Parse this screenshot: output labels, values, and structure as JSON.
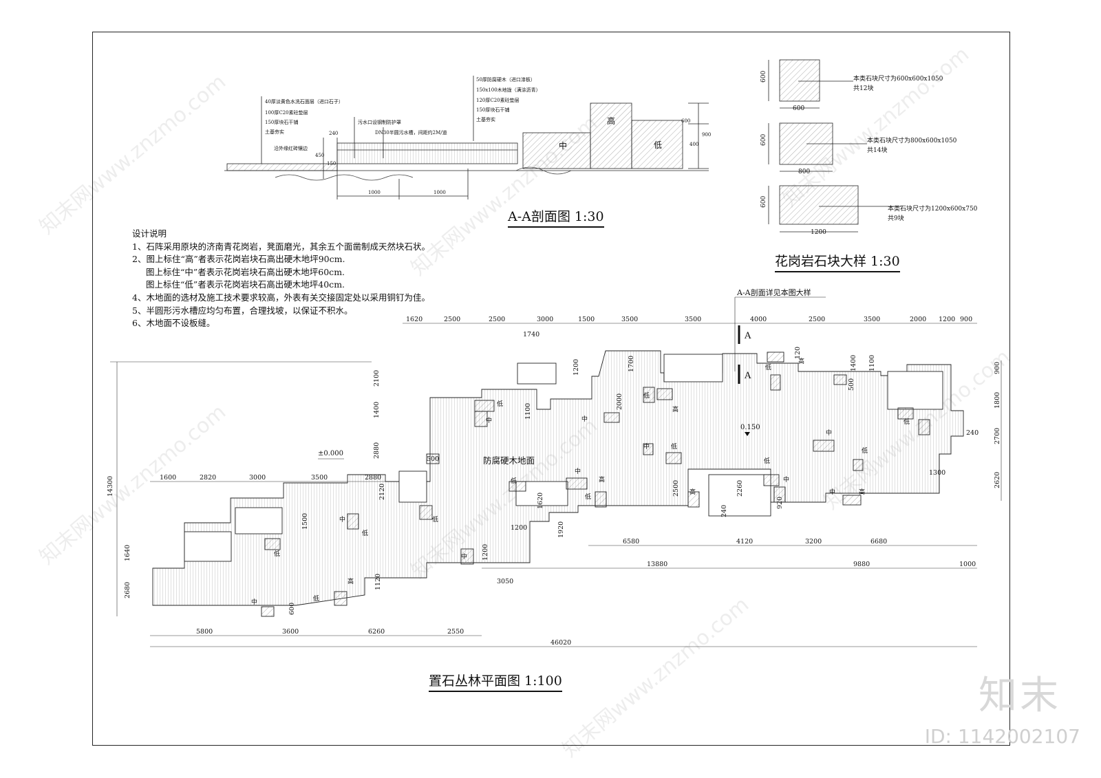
{
  "section_view": {
    "title": "A-A剖面图  1:30",
    "labels_left": [
      "40厚淡黄色水洗石面层（进口石子）",
      "100厚C20素砼垫层",
      "150厚块石干铺",
      "土基夯实",
      "沿外缘红砖镶边"
    ],
    "labels_mid": [
      "污水口设钢制防护罩",
      "DN30半圆污水槽，间距约2M/道"
    ],
    "labels_right": [
      "50厚防腐硬木（进口漆板）",
      "150x100木地拢（满涂沥青）",
      "120厚C20素砼垫层",
      "150厚块石干铺",
      "土基夯实"
    ],
    "stone_marks": [
      "中",
      "高",
      "低"
    ],
    "dims": [
      "240",
      "450",
      "150",
      "1000",
      "1000",
      "600",
      "400",
      "900"
    ]
  },
  "stone_detail": {
    "title": "花岗岩石块大样  1:30",
    "blocks": [
      {
        "w": "600",
        "h": "600",
        "note": "本类石块尺寸为600x600x1050",
        "count": "共12块"
      },
      {
        "w": "800",
        "h": "600",
        "note": "本类石块尺寸为800x600x1050",
        "count": "共14块"
      },
      {
        "w": "1200",
        "h": "600",
        "note": "本类石块尺寸为1200x600x750",
        "count": "共9块"
      }
    ]
  },
  "design_notes": {
    "heading": "设计说明",
    "lines": [
      "1、石阵采用原块的济南青花岗岩，凳面磨光，其余五个面凿制成天然块石状。",
      "2、图上标住“高”者表示花岗岩块石高出硬木地坪90cm.",
      "   图上标住“中”者表示花岗岩块石高出硬木地坪60cm.",
      "   图上标住“低”者表示花岗岩块石高出硬木地坪40cm.",
      "4、木地面的选材及施工技术要求较高，外表有关交接固定处以采用铜钉为佳。",
      "5、半圆形污水槽应均匀布置，合理找坡，以保证不积水。",
      "6、木地面不设板缝。"
    ]
  },
  "plan_view": {
    "title": "置石丛林平面图  1:100",
    "callout": "A-A剖面详见本图大样",
    "section_mark": "A",
    "floor_label": "防腐硬木地面",
    "level_0": "±0.000",
    "level_1": "0.150",
    "top_dims": [
      "1620",
      "2500",
      "2500",
      "3000",
      "1500",
      "3500",
      "3500",
      "4000",
      "2500",
      "3500",
      "2000",
      "1200",
      "900"
    ],
    "top_sub_dim": "1740",
    "mid_left_dims": [
      "1600",
      "2820",
      "3000",
      "3500",
      "2880"
    ],
    "right_dims_mid": [
      "6580",
      "4120",
      "3200",
      "6680"
    ],
    "right_dims_low": [
      "13880",
      "9880",
      "1000"
    ],
    "bottom_dims": [
      "5800",
      "3600",
      "6260",
      "2550"
    ],
    "overall_width": "46020",
    "overall_height": "14300",
    "left_dims": [
      "1640",
      "2680"
    ],
    "vertical_dims": [
      "2100",
      "1400",
      "2880",
      "2120",
      "1500",
      "1100",
      "2000",
      "1700",
      "1200",
      "900",
      "1800",
      "2700",
      "2620",
      "2500",
      "2260",
      "1920",
      "1620",
      "1120",
      "600"
    ],
    "misc_dims": [
      "500",
      "1200",
      "1200",
      "3050",
      "1300",
      "240",
      "920",
      "240",
      "120",
      "1100",
      "1400",
      "500"
    ],
    "marks": [
      "低",
      "中",
      "高"
    ]
  },
  "branding": {
    "logo": "知末",
    "id": "ID: 1142002107",
    "watermark": "知末网www.znzmo.com"
  }
}
